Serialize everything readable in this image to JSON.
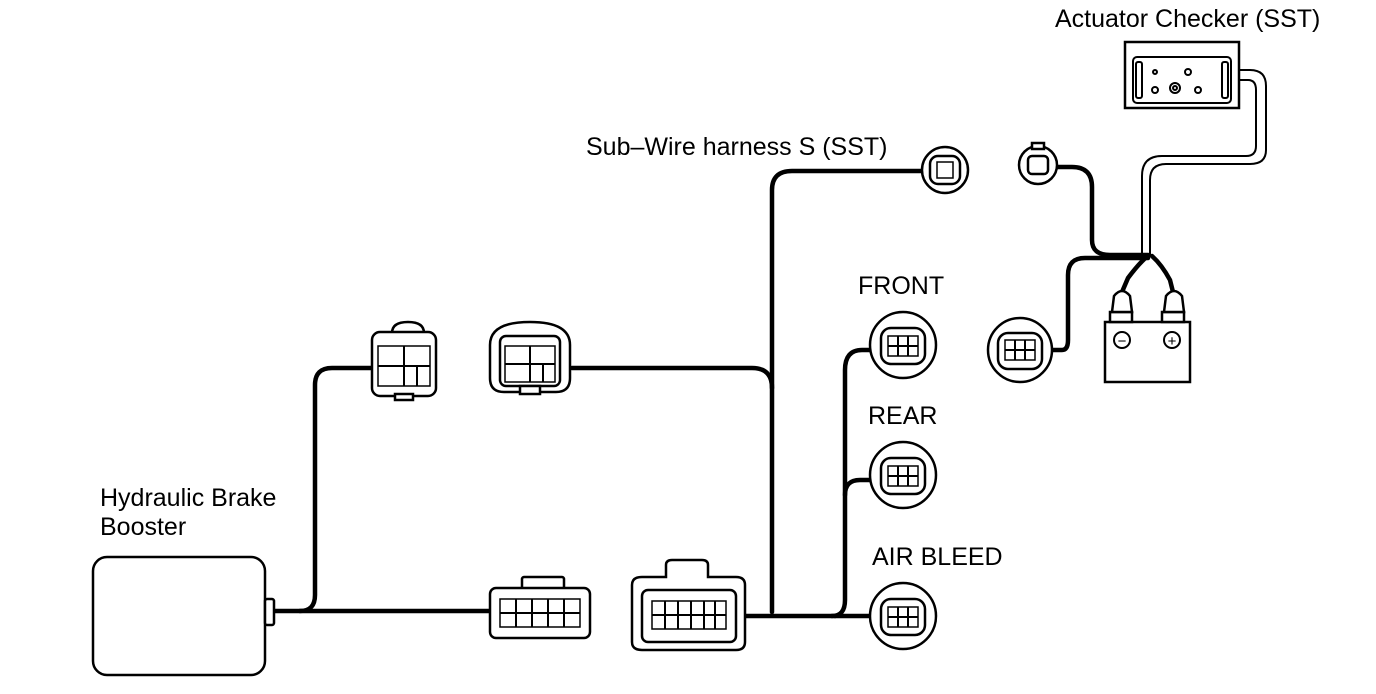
{
  "labels": {
    "actuator_checker": "Actuator Checker (SST)",
    "sub_wire_harness": "Sub–Wire harness S (SST)",
    "front": "FRONT",
    "rear": "REAR",
    "air_bleed": "AIR BLEED",
    "booster_line1": "Hydraulic Brake",
    "booster_line2": "Booster"
  },
  "battery": {
    "negative": "−",
    "positive": "+"
  },
  "colors": {
    "ink": "#000000",
    "background": "#ffffff"
  }
}
